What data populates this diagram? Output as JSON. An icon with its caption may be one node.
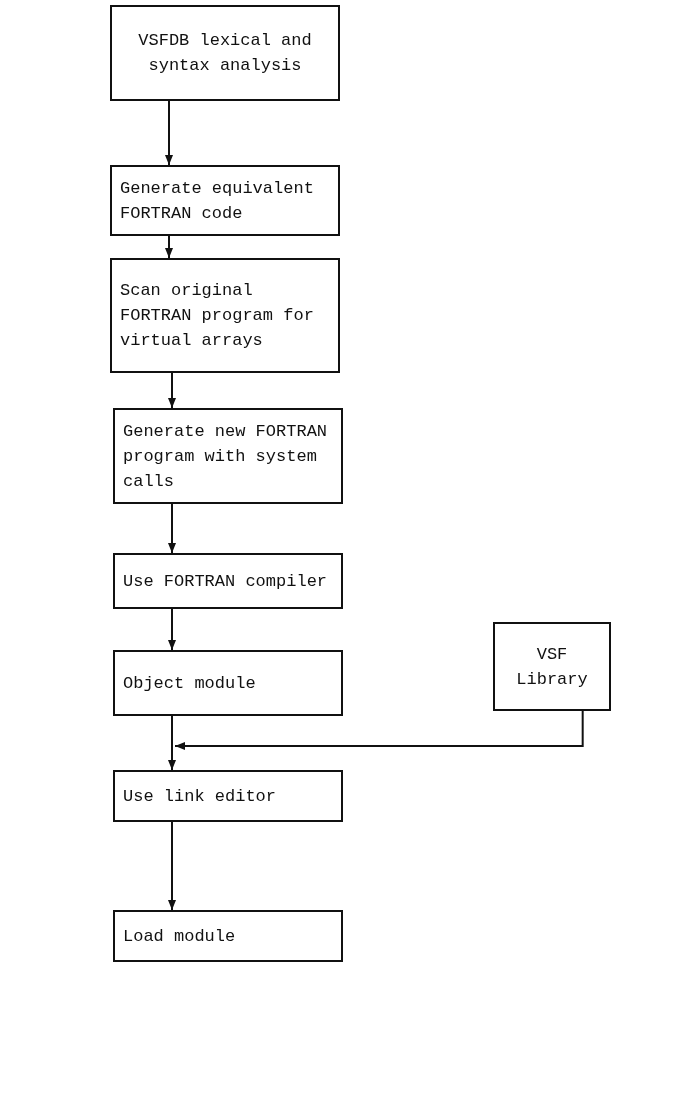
{
  "diagram": {
    "nodes": [
      {
        "text": [
          "VSFDB lexical and syntax analysis"
        ]
      },
      {
        "text": [
          "Generate equivalent FORTRAN code"
        ]
      },
      {
        "text": [
          "Scan original FORTRAN program for virtual arrays"
        ]
      },
      {
        "text": [
          "Generate new FORTRAN program with system calls"
        ]
      },
      {
        "text": [
          "Use FORTRAN compiler"
        ]
      },
      {
        "text": [
          "Object module"
        ]
      },
      {
        "text": [
          "VSF Library"
        ]
      },
      {
        "text": [
          "Use link editor"
        ]
      },
      {
        "text": [
          "Load module"
        ]
      }
    ],
    "edges": [
      {
        "from": 0,
        "to": 1,
        "arrow": "to"
      },
      {
        "from": 1,
        "to": 2,
        "arrow": "to"
      },
      {
        "from": 2,
        "to": 3,
        "arrow": "to"
      },
      {
        "from": 3,
        "to": 4,
        "arrow": "to"
      },
      {
        "from": 4,
        "to": 5,
        "arrow": "to"
      },
      {
        "from": 5,
        "to": 7,
        "arrow": "to"
      },
      {
        "from": 6,
        "to": 7,
        "arrow": "to"
      },
      {
        "from": 7,
        "to": 8,
        "arrow": "to"
      }
    ]
  }
}
